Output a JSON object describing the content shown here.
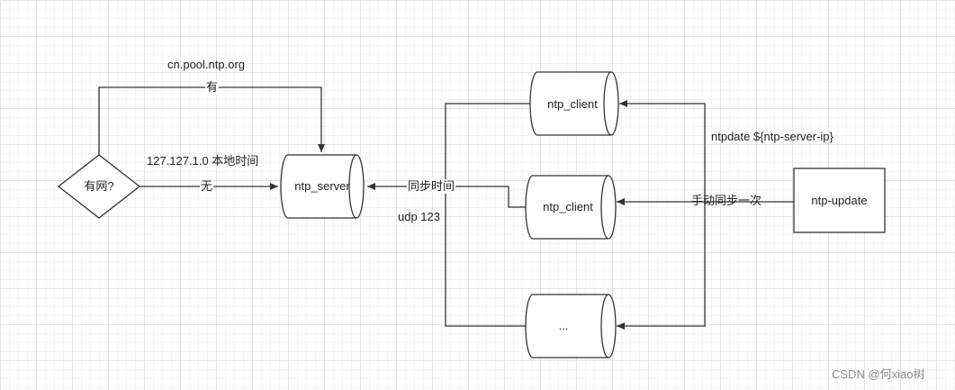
{
  "nodes": {
    "decision": "有网?",
    "server": "ntp_server",
    "client1": "ntp_client",
    "client2": "ntp_client",
    "client3": "...",
    "update": "ntp-update"
  },
  "edge_labels": {
    "pool": "cn.pool.ntp.org",
    "yes": "有",
    "local": "127.127.1.0 本地时间",
    "no": "无",
    "sync": "同步时间",
    "udp": "udp 123",
    "ntpdate": "ntpdate ${ntp-server-ip}",
    "manual": "手动同步一次"
  },
  "watermark": "CSDN @何xiao树",
  "colors": {
    "line": "#333333",
    "grid": "#e4e4e4",
    "watermark": "#8a8a8a"
  }
}
